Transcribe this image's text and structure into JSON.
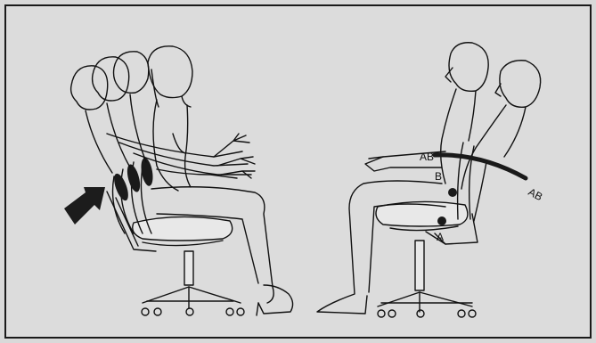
{
  "figure": {
    "background": "#d9d9d9",
    "frame_color": "#1a1a1a",
    "ink_color": "#111111",
    "arrow_color": "#1c1c1c",
    "labels": {
      "ab_left": "AB",
      "b": "B",
      "a": "A",
      "ab_right": "AB"
    }
  }
}
